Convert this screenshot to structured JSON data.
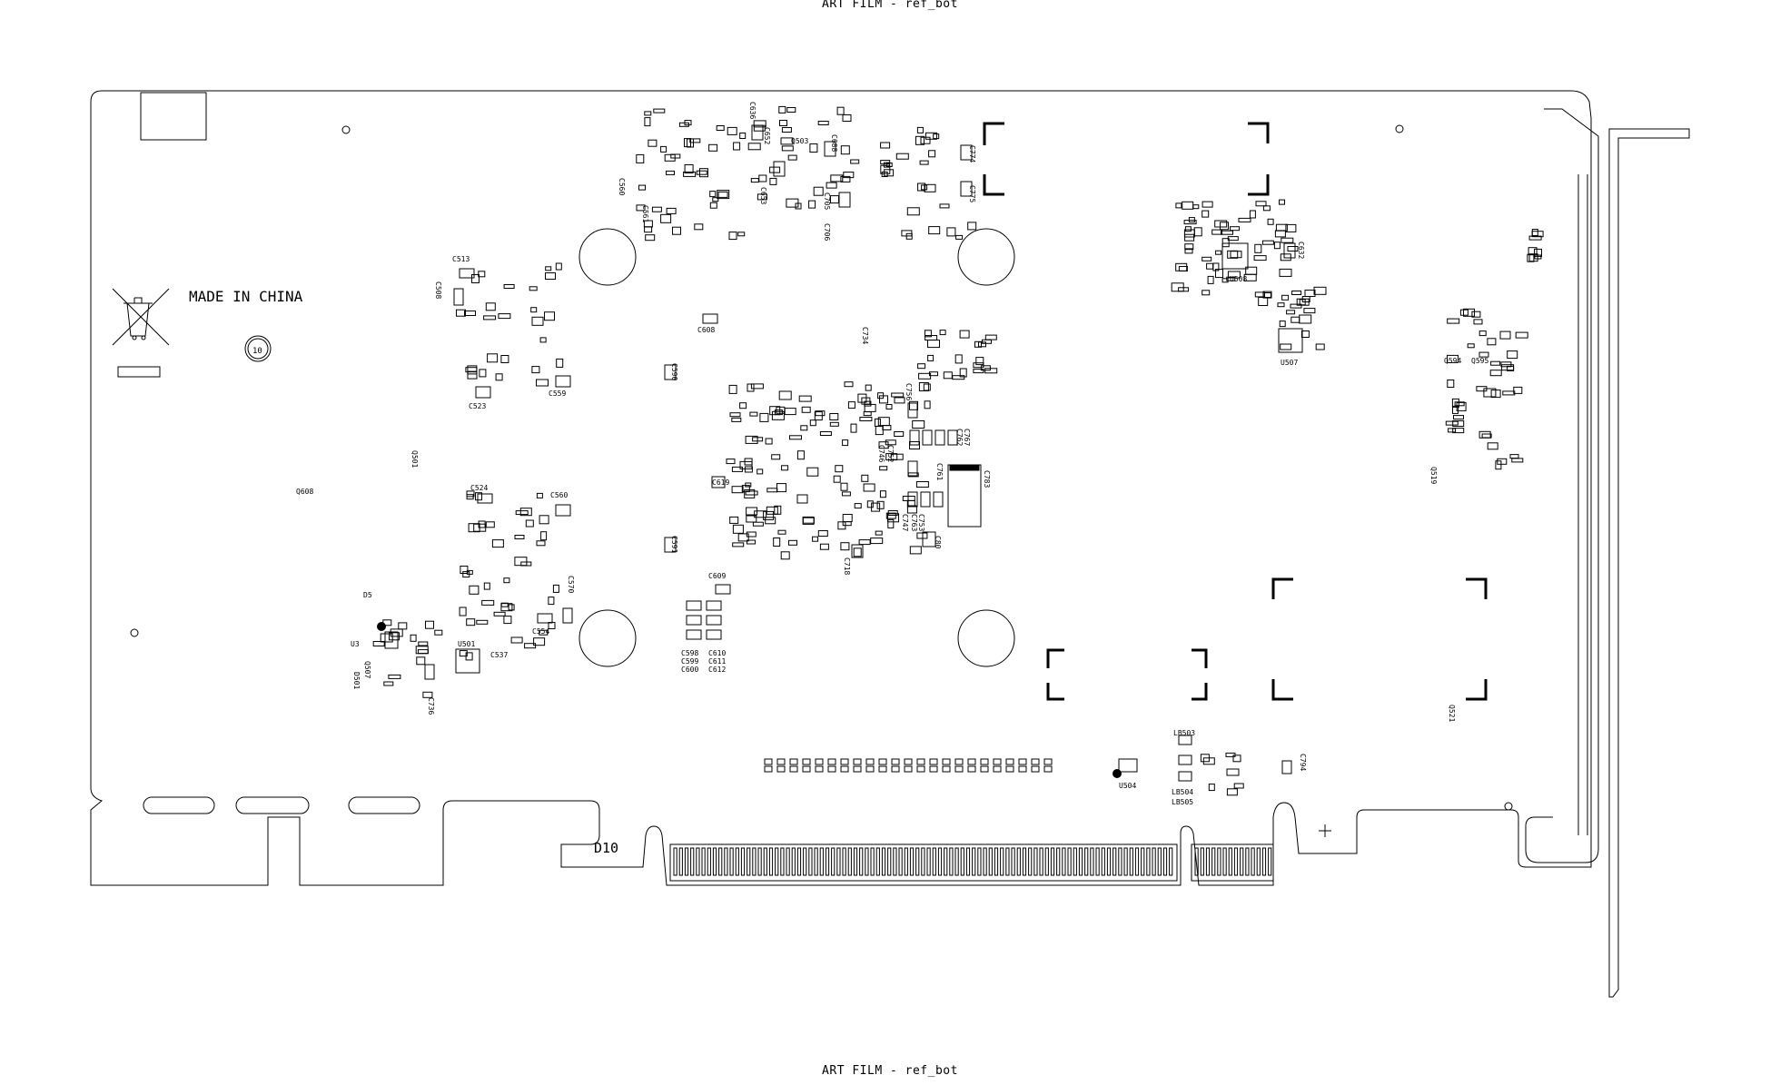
{
  "header": {
    "top": "ART FILM - ref_bot",
    "bottom": "ART FILM - ref_bot"
  },
  "marking": {
    "made_in": "MADE IN CHINA",
    "eco_badge": "10",
    "slot_label": "D10"
  },
  "labels": [
    {
      "id": "lbl-c636",
      "t": "C636",
      "r": true
    },
    {
      "id": "lbl-c652",
      "t": "C652",
      "r": true
    },
    {
      "id": "lbl-q503",
      "t": "Q503",
      "r": false
    },
    {
      "id": "lbl-c688",
      "t": "C688",
      "r": true
    },
    {
      "id": "lbl-c774",
      "t": "C774",
      "r": true
    },
    {
      "id": "lbl-c775",
      "t": "C775",
      "r": true
    },
    {
      "id": "lbl-c560",
      "t": "C560",
      "r": true
    },
    {
      "id": "lbl-c561",
      "t": "C561",
      "r": true
    },
    {
      "id": "lbl-c653",
      "t": "C653",
      "r": true
    },
    {
      "id": "lbl-c705",
      "t": "C705",
      "r": true
    },
    {
      "id": "lbl-c706",
      "t": "C706",
      "r": true
    },
    {
      "id": "lbl-c513",
      "t": "C513",
      "r": false
    },
    {
      "id": "lbl-c508",
      "t": "C508",
      "r": true
    },
    {
      "id": "lbl-c608",
      "t": "C608",
      "r": false
    },
    {
      "id": "lbl-c734",
      "t": "C734",
      "r": true
    },
    {
      "id": "lbl-c523",
      "t": "C523",
      "r": false
    },
    {
      "id": "lbl-c559",
      "t": "C559",
      "r": false
    },
    {
      "id": "lbl-c590",
      "t": "C590",
      "r": true
    },
    {
      "id": "lbl-c756",
      "t": "C756",
      "r": true
    },
    {
      "id": "lbl-c767",
      "t": "C767",
      "r": true
    },
    {
      "id": "lbl-c762",
      "t": "C762",
      "r": true
    },
    {
      "id": "lbl-c752",
      "t": "C752",
      "r": true
    },
    {
      "id": "lbl-c746",
      "t": "C746",
      "r": true
    },
    {
      "id": "lbl-c761",
      "t": "C761",
      "r": true
    },
    {
      "id": "lbl-c783",
      "t": "C783",
      "r": true
    },
    {
      "id": "lbl-q501",
      "t": "Q501",
      "r": true
    },
    {
      "id": "lbl-q608",
      "t": "Q608",
      "r": false
    },
    {
      "id": "lbl-c524",
      "t": "C524",
      "r": false
    },
    {
      "id": "lbl-c560b",
      "t": "C560",
      "r": false
    },
    {
      "id": "lbl-c619",
      "t": "C619",
      "r": false
    },
    {
      "id": "lbl-c763",
      "t": "C763",
      "r": true
    },
    {
      "id": "lbl-c753",
      "t": "C753",
      "r": true
    },
    {
      "id": "lbl-c747",
      "t": "C747",
      "r": true
    },
    {
      "id": "lbl-c591",
      "t": "C591",
      "r": true
    },
    {
      "id": "lbl-c718",
      "t": "C718",
      "r": true
    },
    {
      "id": "lbl-c609",
      "t": "C609",
      "r": false
    },
    {
      "id": "lbl-c570",
      "t": "C570",
      "r": true
    },
    {
      "id": "lbl-d5",
      "t": "D5",
      "r": false
    },
    {
      "id": "lbl-u3",
      "t": "U3",
      "r": false
    },
    {
      "id": "lbl-q507",
      "t": "Q507",
      "r": true
    },
    {
      "id": "lbl-d501",
      "t": "D501",
      "r": true
    },
    {
      "id": "lbl-c554",
      "t": "C554",
      "r": false
    },
    {
      "id": "lbl-u501",
      "t": "U501",
      "r": false
    },
    {
      "id": "lbl-c537",
      "t": "C537",
      "r": false
    },
    {
      "id": "lbl-c736",
      "t": "C736",
      "r": true
    },
    {
      "id": "lbl-c598",
      "t": "C598",
      "r": false
    },
    {
      "id": "lbl-c599",
      "t": "C599",
      "r": false
    },
    {
      "id": "lbl-c600",
      "t": "C600",
      "r": false
    },
    {
      "id": "lbl-c610",
      "t": "C610",
      "r": false
    },
    {
      "id": "lbl-c611",
      "t": "C611",
      "r": false
    },
    {
      "id": "lbl-c612",
      "t": "C612",
      "r": false
    },
    {
      "id": "lbl-u508",
      "t": "U508",
      "r": false
    },
    {
      "id": "lbl-c632",
      "t": "C632",
      "r": true
    },
    {
      "id": "lbl-u507",
      "t": "U507",
      "r": false
    },
    {
      "id": "lbl-q594",
      "t": "Q594",
      "r": false
    },
    {
      "id": "lbl-q595",
      "t": "Q595",
      "r": false
    },
    {
      "id": "lbl-q519",
      "t": "Q519",
      "r": true
    },
    {
      "id": "lbl-q521",
      "t": "Q521",
      "r": true
    },
    {
      "id": "lbl-lb503",
      "t": "LB503",
      "r": false
    },
    {
      "id": "lbl-u504",
      "t": "U504",
      "r": false
    },
    {
      "id": "lbl-lb504",
      "t": "LB504",
      "r": false
    },
    {
      "id": "lbl-lb505",
      "t": "LB505",
      "r": false
    },
    {
      "id": "lbl-c794",
      "t": "C794",
      "r": true
    },
    {
      "id": "lbl-c80",
      "t": "C80",
      "r": true
    }
  ]
}
